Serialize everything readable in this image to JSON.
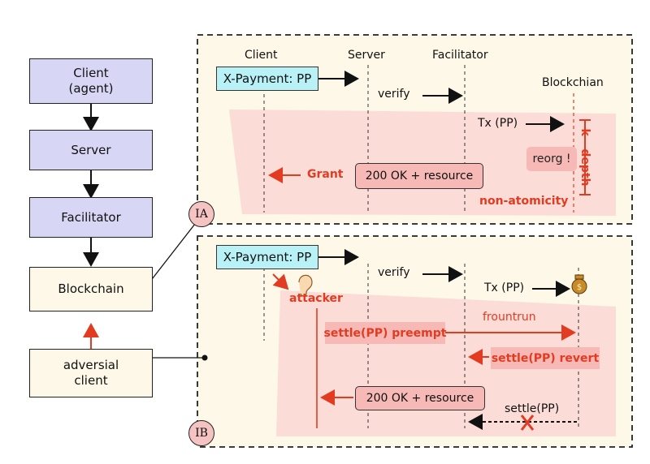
{
  "flow": {
    "client": "Client\n(agent)",
    "server": "Server",
    "facilitator": "Facilitator",
    "blockchain": "Blockchain",
    "adversial": "adversial\nclient"
  },
  "ia": {
    "marker": "IA",
    "col_client": "Client",
    "col_server": "Server",
    "col_facilitator": "Facilitator",
    "col_blockchain": "Blockchian",
    "payment": "X-Payment: PP",
    "verify": "verify",
    "tx": "Tx (PP)",
    "reorg": "reorg !",
    "kdepth": "k - depth",
    "grant": "Grant",
    "ok": "200 OK + resource",
    "nonatomic": "non-atomicity"
  },
  "ib": {
    "marker": "IB",
    "payment": "X-Payment: PP",
    "verify": "verify",
    "tx": "Tx (PP)",
    "attacker": "attacker",
    "frontrun": "frountrun",
    "preempt": "settle(PP) preempt",
    "revert": "settle(PP) revert",
    "ok": "200 OK + resource",
    "settle": "settle(PP)"
  },
  "colors": {
    "purple": "#d7d7f5",
    "cream": "#fdf8e8",
    "pink": "#f7b9b6",
    "cyan": "#b8f2f7",
    "red": "#e33b22"
  }
}
